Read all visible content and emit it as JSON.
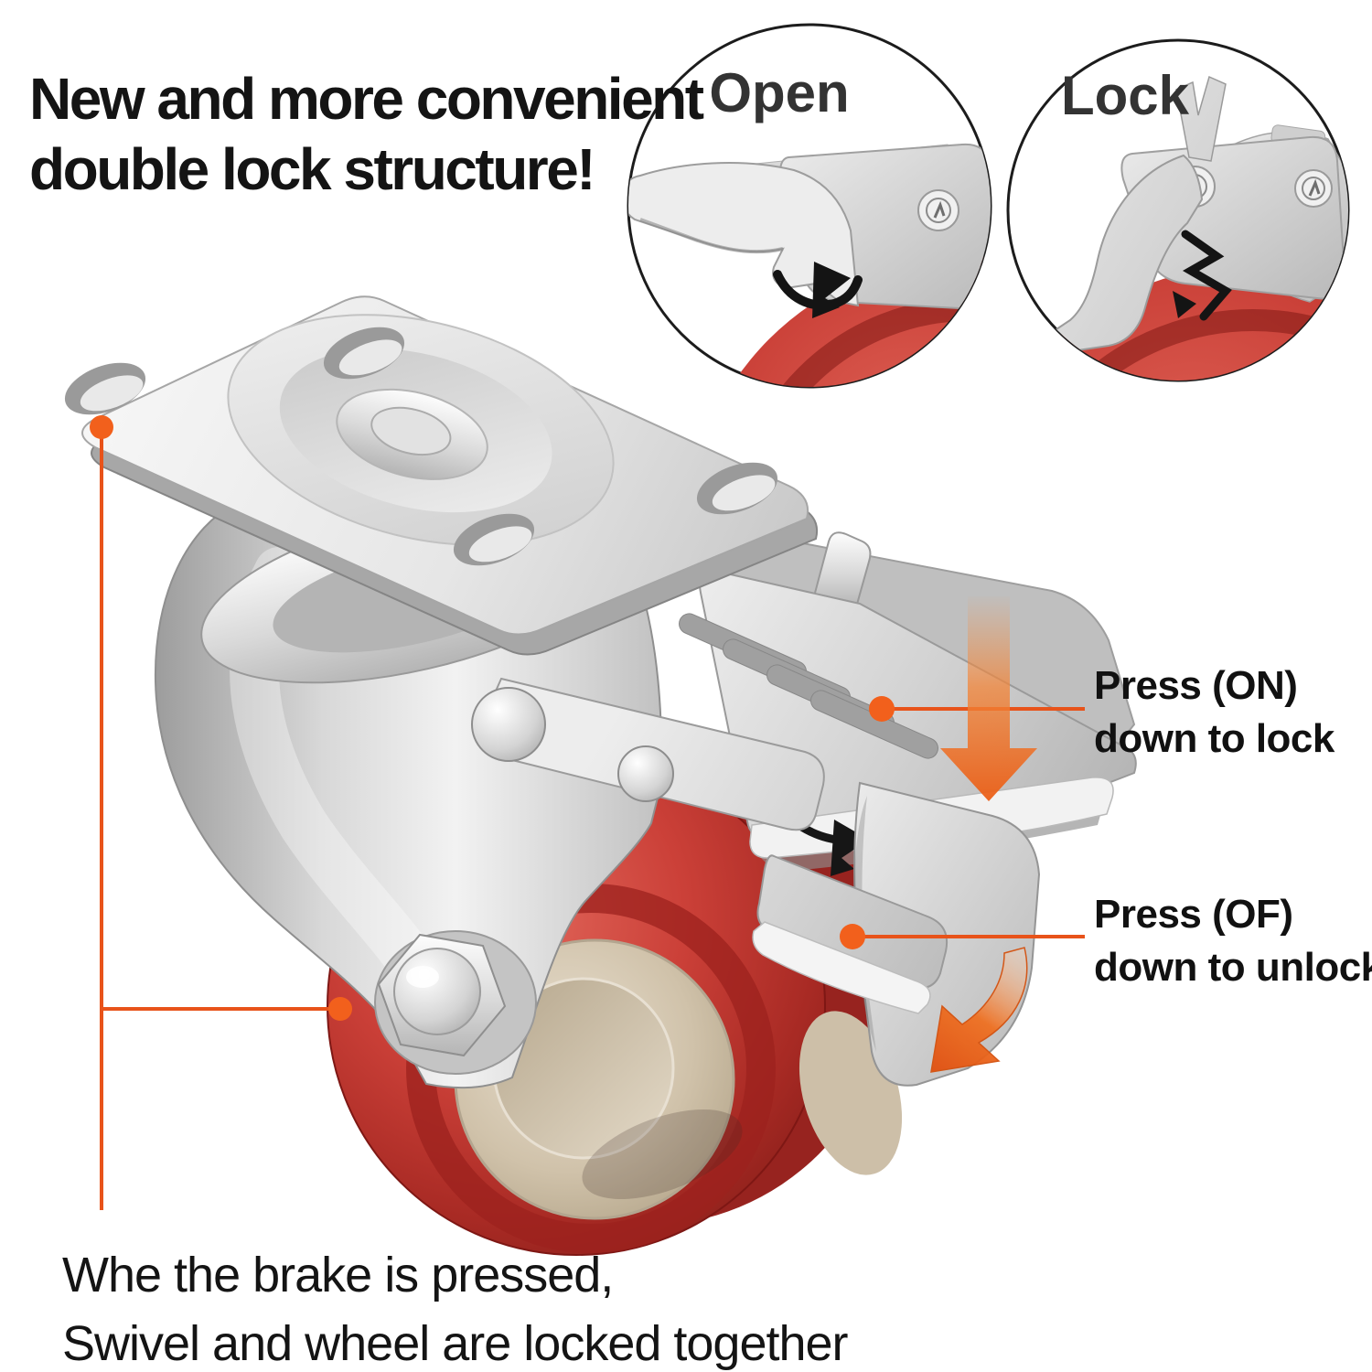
{
  "title": {
    "line1": "New and more convenient",
    "line2": "double lock structure!"
  },
  "insets": {
    "open_label": "Open",
    "lock_label": "Lock"
  },
  "callouts": {
    "press_on": {
      "line1": "Press (ON)",
      "line2": "down to lock"
    },
    "press_off": {
      "line1": "Press (OF)",
      "line2": "down to unlock"
    }
  },
  "footer": {
    "line1": "Whe the brake is pressed,",
    "line2": "Swivel and wheel are locked together"
  },
  "colors": {
    "accent_orange": "#E8531A",
    "dot_orange": "#F2601C",
    "wheel_red": "#C43A32",
    "hub_tan": "#D3C6B0",
    "metal_light": "#EDEDED",
    "metal_dark": "#9A9A9A",
    "text": "#141414",
    "inset_label": "#333333",
    "circle_border": "#1C1C1C",
    "background": "#FFFFFF"
  }
}
